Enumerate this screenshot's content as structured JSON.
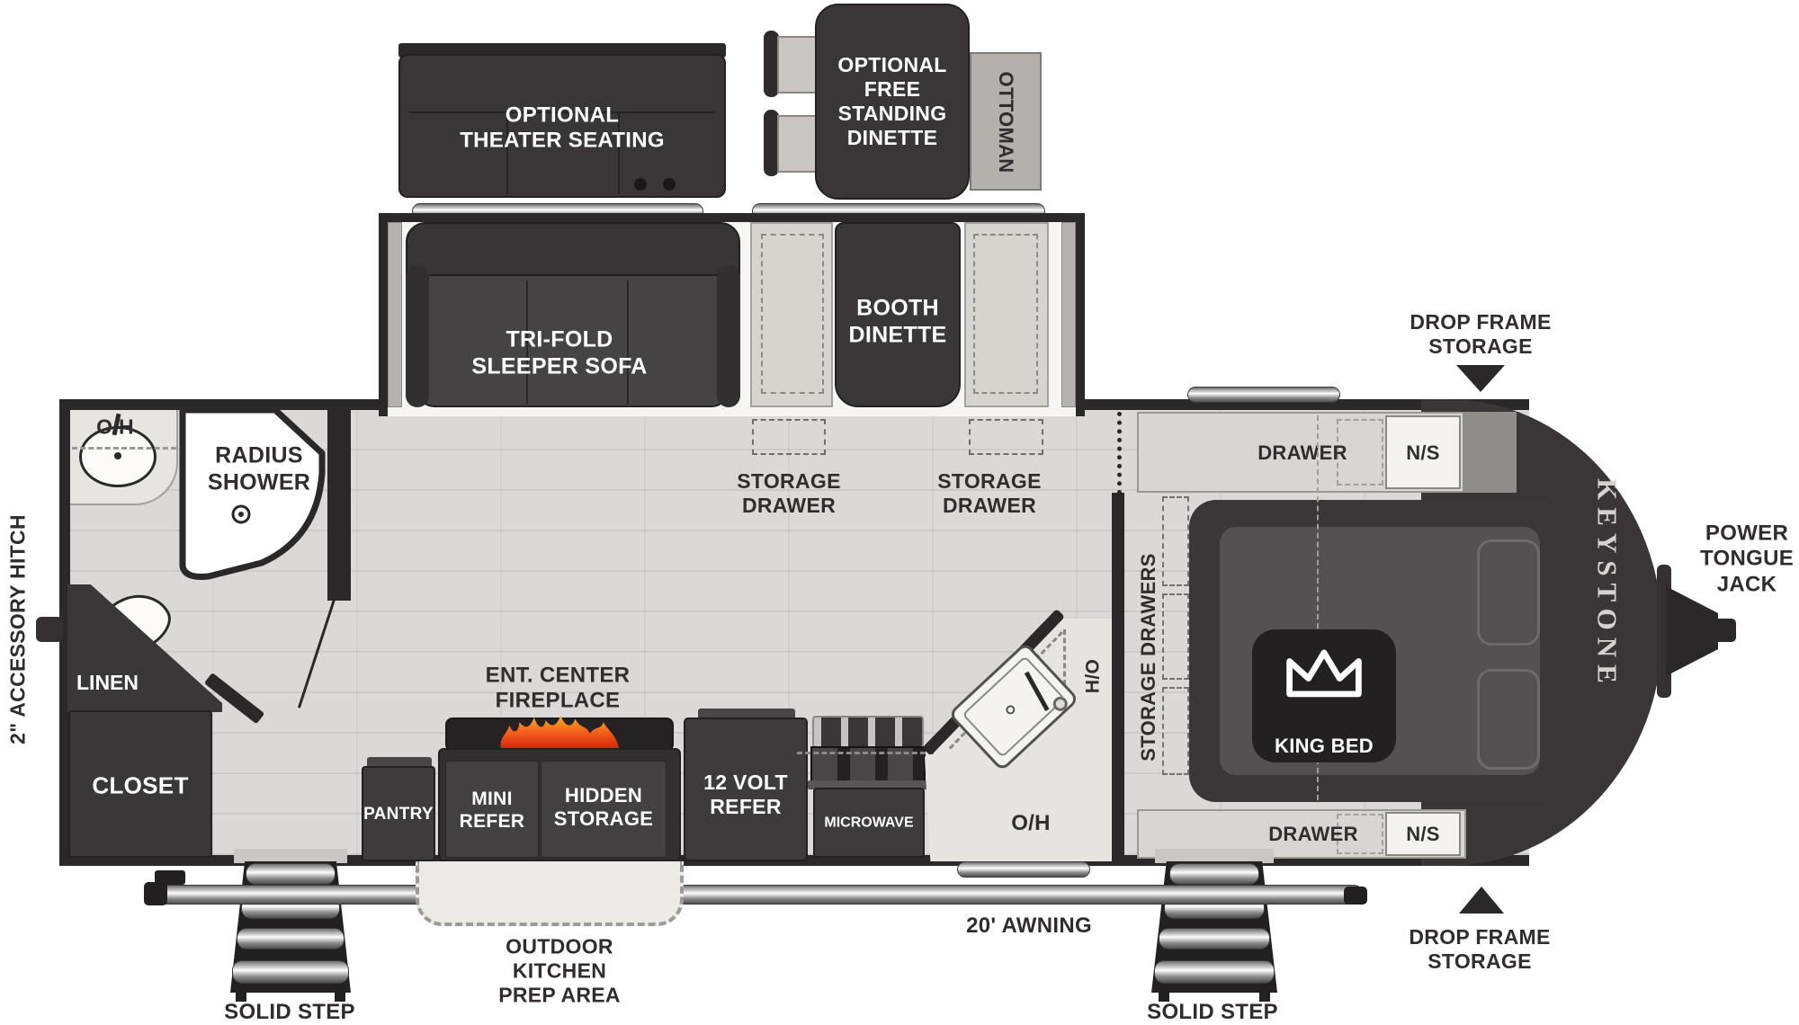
{
  "title": "Keystone travel trailer floor plan",
  "colors": {
    "wall": "#2b2829",
    "furniture_dark": "#3b3738",
    "floor": "#dbd9d7",
    "plank_line": "#cdcbc8",
    "counter": "#e6e4e1",
    "bench": "#d7d4d0",
    "shelf": "#d8d6d4",
    "nose_cap": "#3a3536",
    "flame_orange": "#f4641d",
    "flame_yellow": "#fdb515",
    "flame_red": "#d31f0a"
  },
  "icons": {
    "crown": "crown-icon",
    "flame": "flame-icon",
    "sink": "sink-icon",
    "toilet": "toilet-icon",
    "drain": "drain-icon"
  },
  "furniture_top": {
    "theater_seating": "OPTIONAL\nTHEATER SEATING",
    "free_standing_dinette": "OPTIONAL\nFREE\nSTANDING\nDINETTE",
    "ottoman": "OTTOMAN"
  },
  "slide_out": {
    "sofa": "TRI-FOLD\nSLEEPER SOFA",
    "booth_dinette": "BOOTH\nDINETTE",
    "storage_drawer_left": "STORAGE\nDRAWER",
    "storage_drawer_right": "STORAGE\nDRAWER"
  },
  "bathroom": {
    "overhead": "O/H",
    "shower": "RADIUS\nSHOWER",
    "linen": "LINEN",
    "closet": "CLOSET"
  },
  "kitchen": {
    "ent_center": "ENT. CENTER\nFIREPLACE",
    "pantry": "PANTRY",
    "mini_refer": "MINI\nREFER",
    "hidden_storage": "HIDDEN\nSTORAGE",
    "volt_refer": "12 VOLT\nREFER",
    "microwave": "MICROWAVE",
    "overhead": "O/H",
    "hutch_overhead": "H/O",
    "storage_drawers": "STORAGE DRAWERS"
  },
  "bedroom": {
    "drawer_top": "DRAWER",
    "night_stand_top": "N/S",
    "drawer_bottom": "DRAWER",
    "night_stand_bottom": "N/S",
    "king_bed": "KING BED",
    "brand": "KEYSTONE"
  },
  "exterior": {
    "drop_frame_top": "DROP FRAME\nSTORAGE",
    "drop_frame_bottom": "DROP FRAME\nSTORAGE",
    "power_tongue_jack": "POWER\nTONGUE\nJACK",
    "accessory_hitch": "2\" ACCESSORY HITCH",
    "awning": "20' AWNING",
    "solid_step_left": "SOLID STEP",
    "solid_step_right": "SOLID STEP",
    "outdoor_kitchen": "OUTDOOR\nKITCHEN\nPREP AREA"
  }
}
